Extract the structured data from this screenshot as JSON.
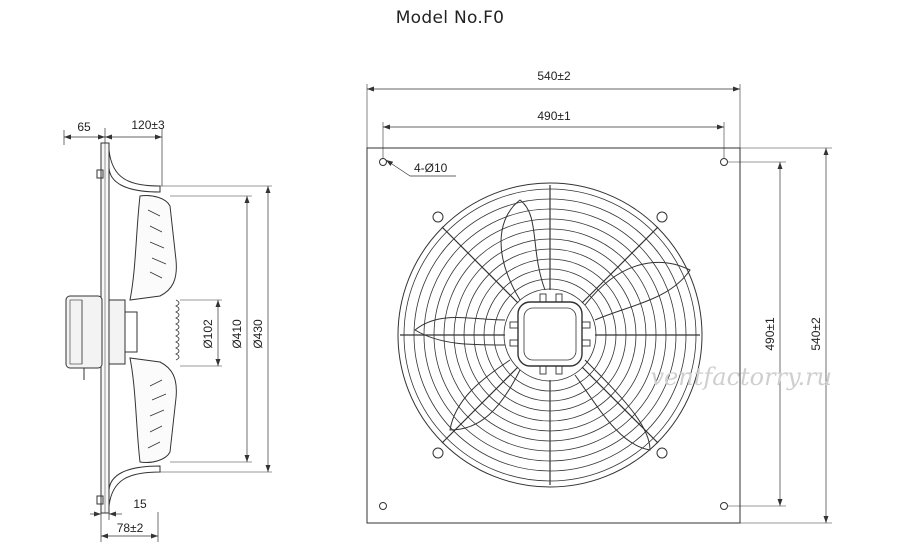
{
  "title": "Model No.F0",
  "side_view": {
    "dim_depth_front": "65",
    "dim_depth_total": "120±3",
    "dim_hub": "Ø102",
    "dim_blade": "Ø410",
    "dim_ring": "Ø430",
    "dim_flange": "15",
    "dim_motor": "78±2"
  },
  "front_view": {
    "dim_width_outer": "540±2",
    "dim_width_holes": "490±1",
    "dim_height_holes": "490±1",
    "dim_height_outer": "540±2",
    "hole_note": "4-Ø10"
  },
  "watermark": "ventfactorry.ru"
}
